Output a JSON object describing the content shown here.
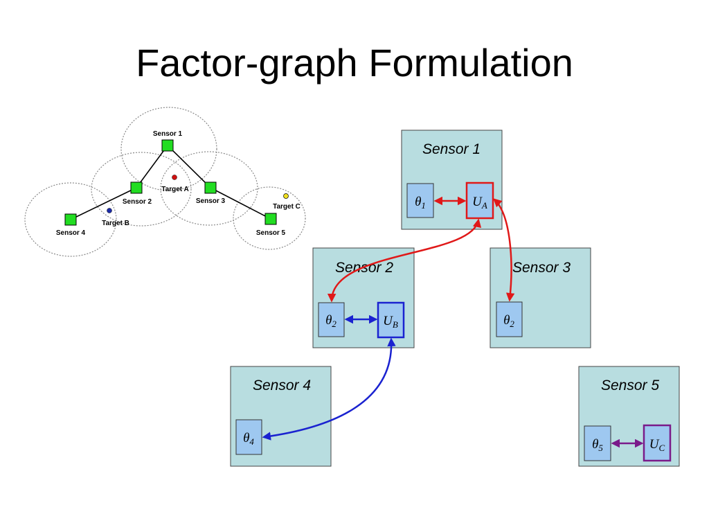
{
  "slide": {
    "title": "Factor-graph Formulation"
  },
  "network": {
    "sensors": [
      {
        "label": "Sensor 1"
      },
      {
        "label": "Sensor 2"
      },
      {
        "label": "Sensor 3"
      },
      {
        "label": "Sensor 4"
      },
      {
        "label": "Sensor 5"
      }
    ],
    "targets": [
      {
        "label": "Target A",
        "color": "#d01010"
      },
      {
        "label": "Target B",
        "color": "#1a2aa8"
      },
      {
        "label": "Target C",
        "color": "#f0e020"
      }
    ],
    "sensor_color": "#22dd22"
  },
  "factor_graph": {
    "boxes": [
      {
        "title": "Sensor 1",
        "theta": {
          "sym": "θ",
          "sub": "1"
        },
        "factor": {
          "sym": "U",
          "sub": "A",
          "color": "#e01818"
        }
      },
      {
        "title": "Sensor 2",
        "theta": {
          "sym": "θ",
          "sub": "2"
        },
        "factor": {
          "sym": "U",
          "sub": "B",
          "color": "#1a22d0"
        }
      },
      {
        "title": "Sensor 3",
        "theta": {
          "sym": "θ",
          "sub": "2"
        }
      },
      {
        "title": "Sensor 4",
        "theta": {
          "sym": "θ",
          "sub": "4"
        }
      },
      {
        "title": "Sensor 5",
        "theta": {
          "sym": "θ",
          "sub": "5"
        },
        "factor": {
          "sym": "U",
          "sub": "C",
          "color": "#7a1a8a"
        }
      }
    ],
    "box_fill": "#b8dde0",
    "var_fill": "#9ec8f0"
  }
}
